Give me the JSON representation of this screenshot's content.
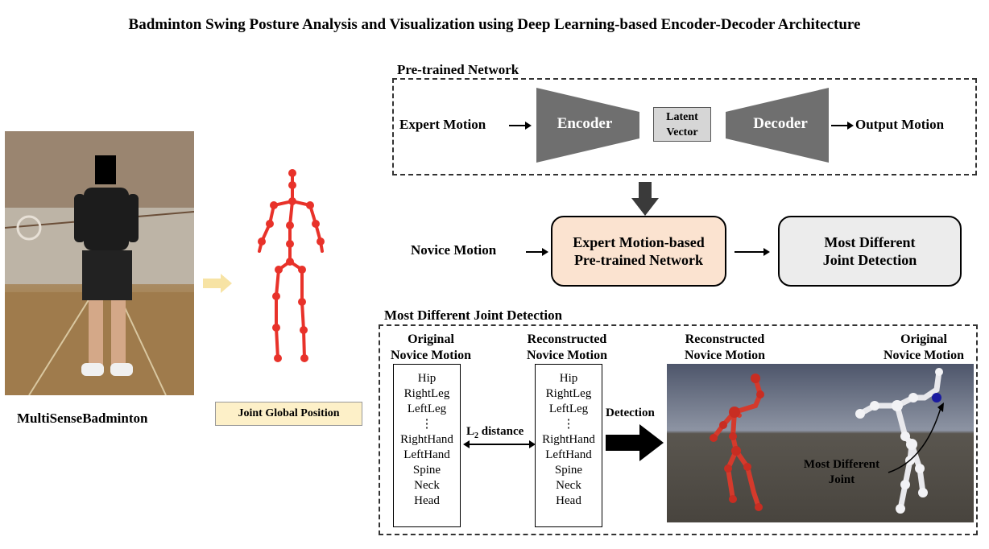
{
  "title": "Badminton Swing Posture Analysis and Visualization using Deep Learning-based Encoder-Decoder Architecture",
  "left": {
    "dataset_label": "MultiSenseBadminton",
    "joint_label": "Joint Global Position"
  },
  "pretrained": {
    "section_label": "Pre-trained Network",
    "input": "Expert Motion",
    "encoder": "Encoder",
    "latent_line1": "Latent",
    "latent_line2": "Vector",
    "decoder": "Decoder",
    "output": "Output Motion"
  },
  "pipeline": {
    "novice_motion": "Novice Motion",
    "network_line1": "Expert Motion-based",
    "network_line2": "Pre-trained Network",
    "result_line1": "Most Different",
    "result_line2": "Joint Detection"
  },
  "detection": {
    "section_label": "Most Different Joint Detection",
    "original_header_line1": "Original",
    "original_header_line2": "Novice Motion",
    "reconstructed_header_line1": "Reconstructed",
    "reconstructed_header_line2": "Novice Motion",
    "joints": [
      "Hip",
      "RightLeg",
      "LeftLeg",
      "⋮",
      "RightHand",
      "LeftHand",
      "Spine",
      "Neck",
      "Head"
    ],
    "distance_label": "L",
    "distance_subscript": "2",
    "distance_suffix": " distance",
    "detection_label": "Detection",
    "vis_reconstructed_line1": "Reconstructed",
    "vis_reconstructed_line2": "Novice Motion",
    "vis_original_line1": "Original",
    "vis_original_line2": "Novice Motion",
    "annotation_line1": "Most Different",
    "annotation_line2": "Joint"
  },
  "colors": {
    "skeleton_red": "#e8322a",
    "encoder_gray": "#6f6f6f",
    "network_fill": "#fbe3d0",
    "result_fill": "#ececec",
    "latent_fill": "#d6d6d6",
    "joint_label_fill": "#fdf0c8",
    "highlight_joint": "#1a1aa0"
  }
}
